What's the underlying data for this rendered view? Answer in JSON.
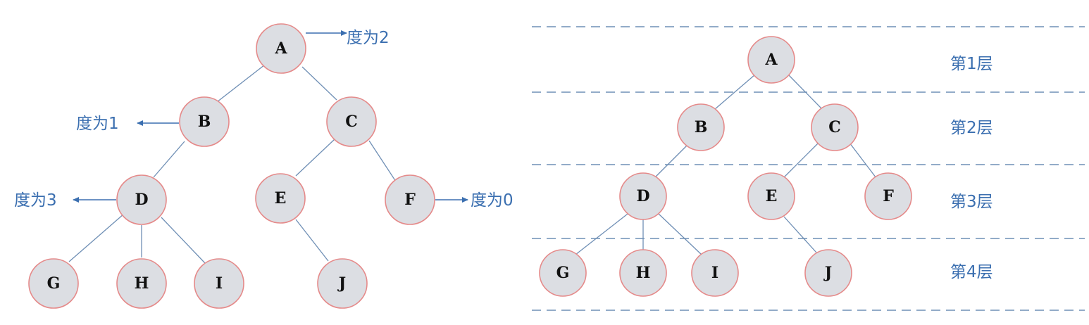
{
  "left_tree": {
    "nodes": [
      "A",
      "B",
      "C",
      "D",
      "E",
      "F",
      "G",
      "H",
      "I",
      "J"
    ],
    "edges": [
      [
        "A",
        "B"
      ],
      [
        "A",
        "C"
      ],
      [
        "B",
        "D"
      ],
      [
        "C",
        "E"
      ],
      [
        "C",
        "F"
      ],
      [
        "D",
        "G"
      ],
      [
        "D",
        "H"
      ],
      [
        "D",
        "I"
      ],
      [
        "E",
        "J"
      ]
    ],
    "annotations": {
      "A": "度为2",
      "B": "度为1",
      "D": "度为3",
      "F": "度为0"
    }
  },
  "right_tree": {
    "nodes": [
      "A",
      "B",
      "C",
      "D",
      "E",
      "F",
      "G",
      "H",
      "I",
      "J"
    ],
    "edges": [
      [
        "A",
        "B"
      ],
      [
        "A",
        "C"
      ],
      [
        "B",
        "D"
      ],
      [
        "C",
        "E"
      ],
      [
        "C",
        "F"
      ],
      [
        "D",
        "G"
      ],
      [
        "D",
        "H"
      ],
      [
        "D",
        "I"
      ],
      [
        "E",
        "J"
      ]
    ],
    "levels": [
      "第1层",
      "第2层",
      "第3层",
      "第4层"
    ]
  },
  "colors": {
    "node_fill": "#dcdee3",
    "node_stroke": "#e58a8a",
    "edge": "#6f8fb5",
    "annotation": "#3b6fb0"
  }
}
